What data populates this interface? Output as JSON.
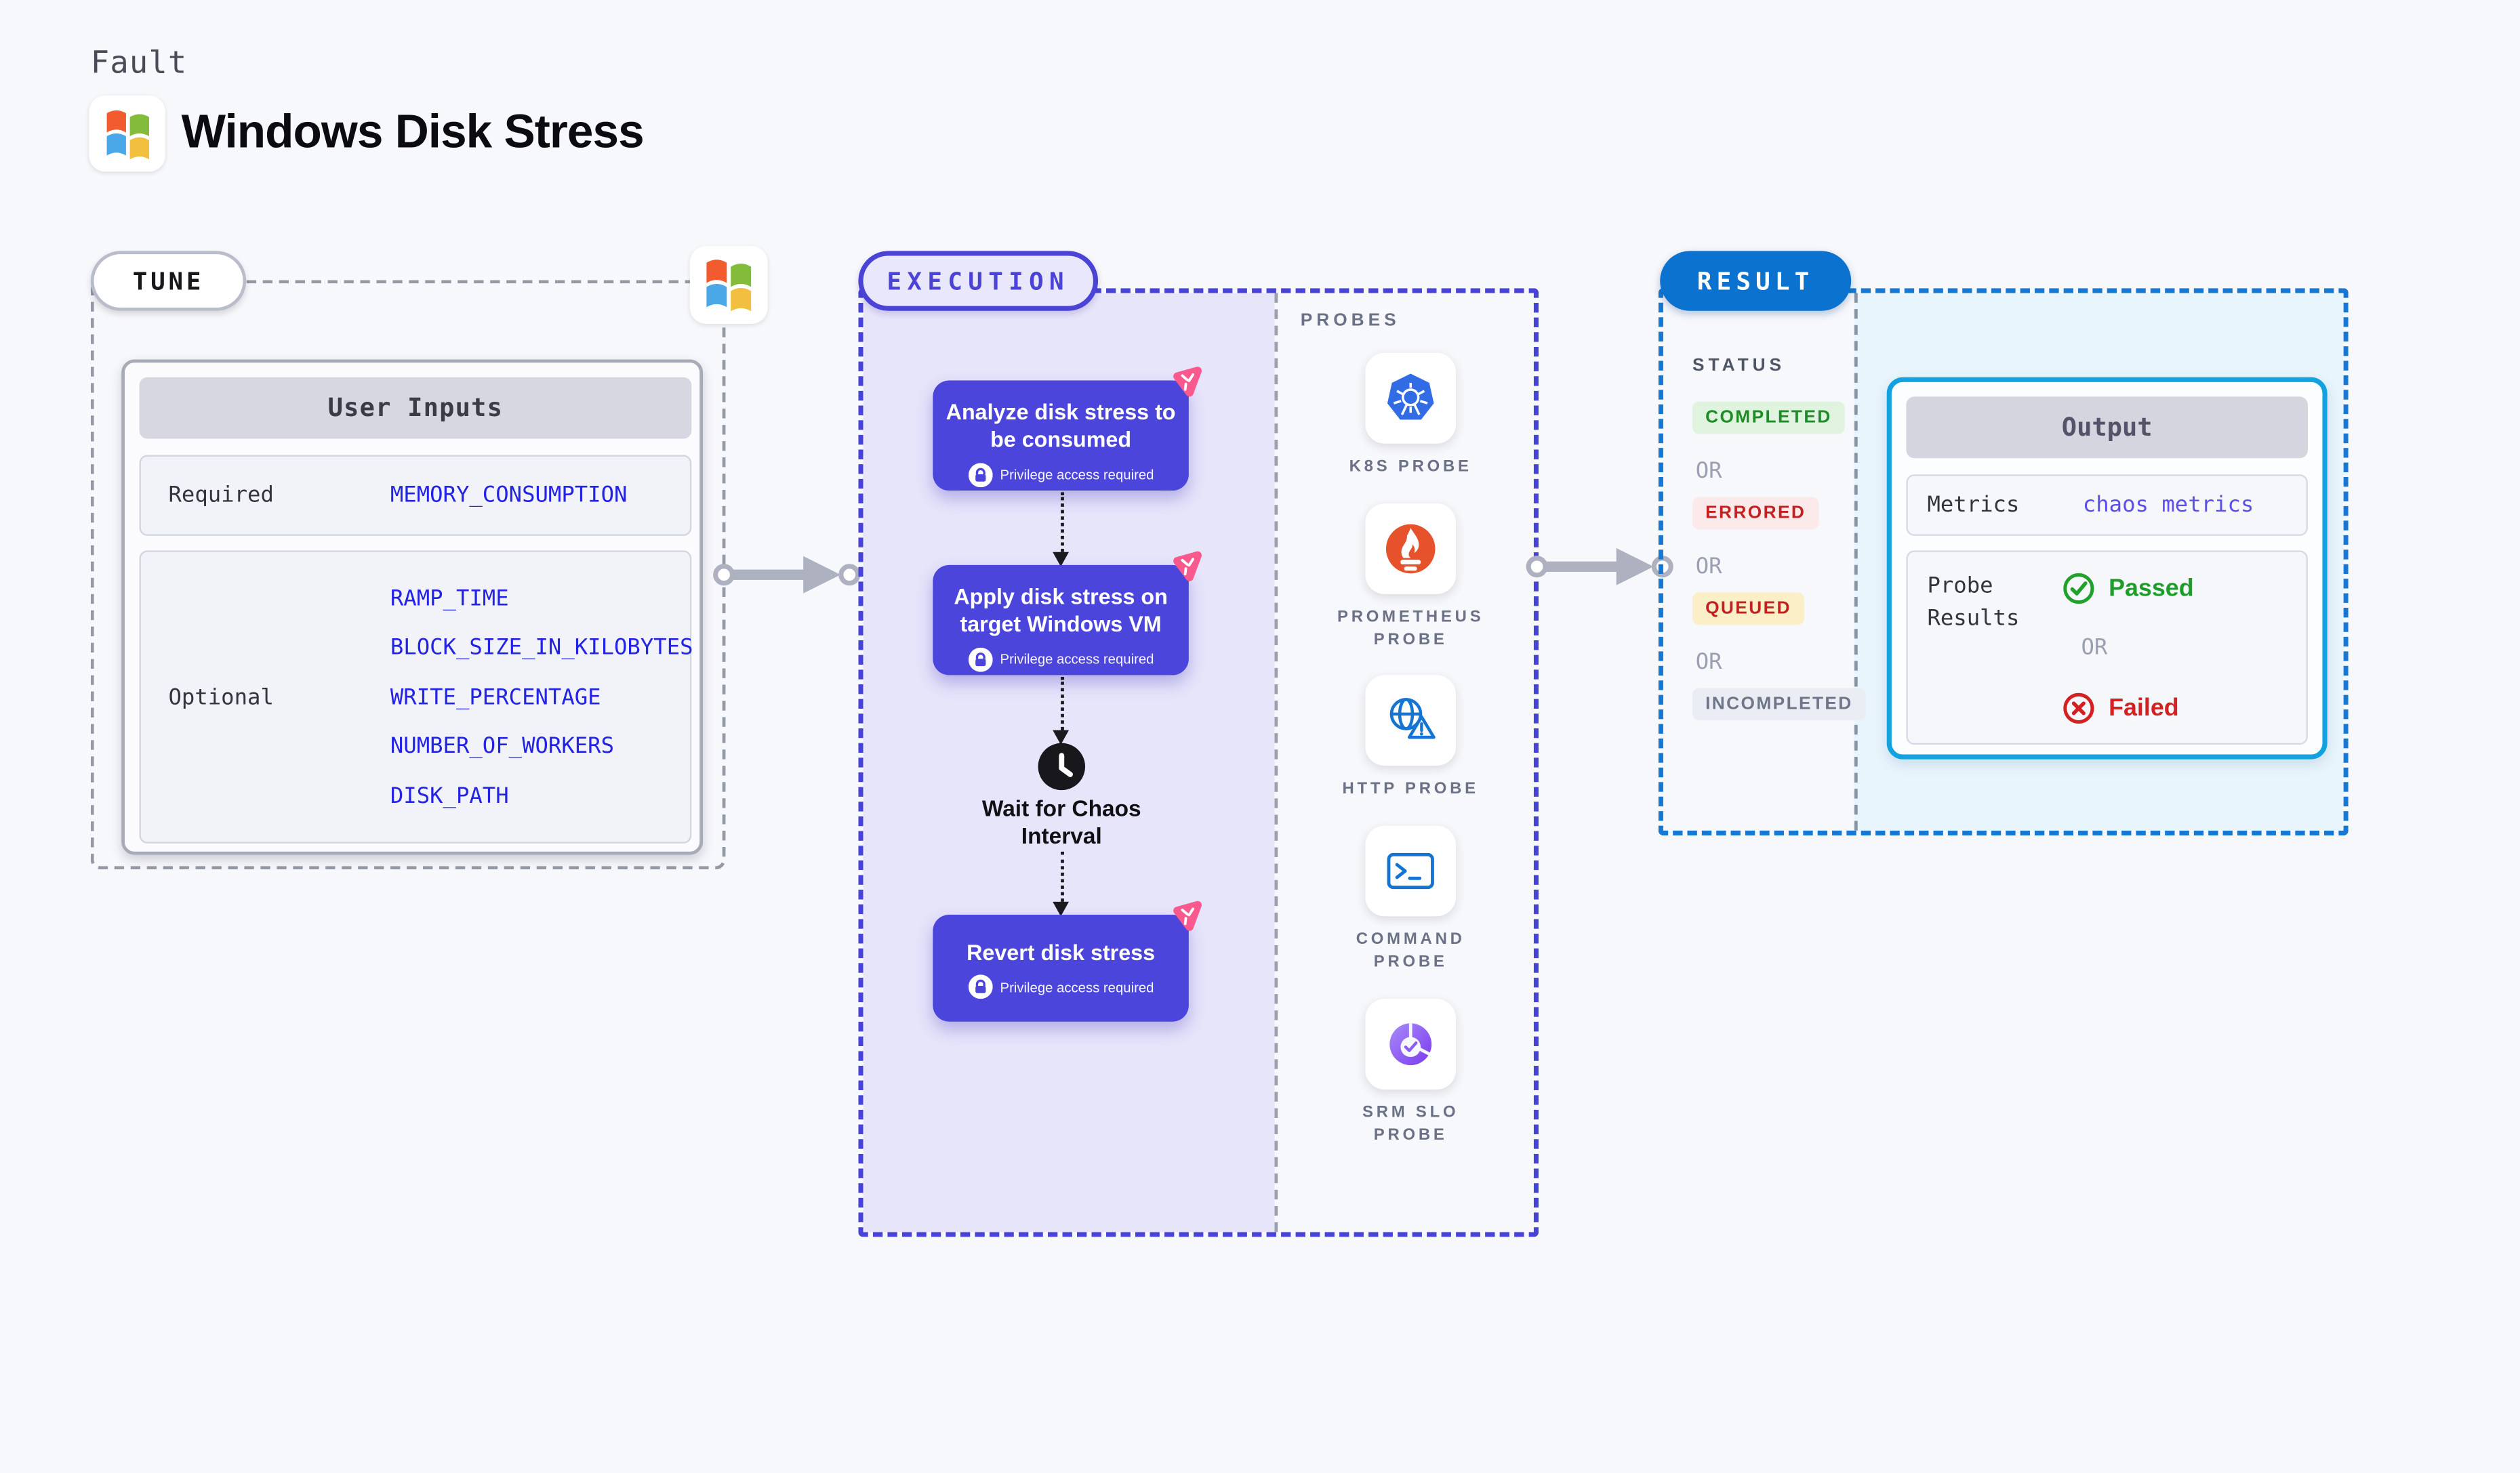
{
  "page": {
    "kind_label": "Fault",
    "title": "Windows Disk Stress"
  },
  "tune": {
    "section_label": "TUNE",
    "user_inputs": {
      "header": "User Inputs",
      "required": {
        "label": "Required",
        "values": [
          "MEMORY_CONSUMPTION"
        ]
      },
      "optional": {
        "label": "Optional",
        "values": [
          "RAMP_TIME",
          "BLOCK_SIZE_IN_KILOBYTES",
          "WRITE_PERCENTAGE",
          "NUMBER_OF_WORKERS",
          "DISK_PATH"
        ]
      }
    }
  },
  "execution": {
    "section_label": "EXECUTION",
    "steps": [
      {
        "title": "Analyze disk stress to be consumed",
        "badge": "Privilege access required"
      },
      {
        "title": "Apply disk stress on target Windows VM",
        "badge": "Privilege access required"
      },
      {
        "title": "Revert disk stress",
        "badge": "Privilege access required"
      }
    ],
    "wait_step": {
      "title": "Wait for Chaos Interval",
      "icon": "clock-icon"
    }
  },
  "probes": {
    "section_label": "PROBES",
    "items": [
      {
        "label": "K8S PROBE",
        "icon": "kubernetes-icon"
      },
      {
        "label": "PROMETHEUS PROBE",
        "icon": "prometheus-icon"
      },
      {
        "label": "HTTP PROBE",
        "icon": "http-globe-warning-icon"
      },
      {
        "label": "COMMAND PROBE",
        "icon": "terminal-icon"
      },
      {
        "label": "SRM SLO PROBE",
        "icon": "srm-slo-pie-icon"
      }
    ]
  },
  "result": {
    "section_label": "RESULT",
    "status": {
      "header": "STATUS",
      "or_label": "OR",
      "badges": [
        {
          "label": "COMPLETED",
          "color": "#1D8C26",
          "bg": "#DFF3DF"
        },
        {
          "label": "ERRORED",
          "color": "#C42020",
          "bg": "#FCE9E9"
        },
        {
          "label": "QUEUED",
          "color": "#C22121",
          "bg": "#FAEFC7"
        },
        {
          "label": "INCOMPLETED",
          "color": "#6F7689",
          "bg": "#EBEDF4"
        }
      ]
    },
    "output": {
      "header": "Output",
      "metrics_label": "Metrics",
      "metrics_value": "chaos metrics",
      "probe_results_label": "Probe Results",
      "passed_label": "Passed",
      "or_label": "OR",
      "failed_label": "Failed"
    }
  },
  "colors": {
    "page_bg": "#F7F8FB",
    "indigo": "#4B45DC",
    "lavender_fill": "#E7E5FA",
    "result_blue": "#0C72CF",
    "cyan_border": "#11A2DF",
    "cyan_fill": "#E9F5FC",
    "param_blue": "#2323E6",
    "metrics_value_blue": "#5A4FE8",
    "pink_chaos": "#F9598C",
    "passed_green": "#1F9D2B",
    "failed_red": "#D32121",
    "arrow_gray": "#ADB1C0"
  }
}
